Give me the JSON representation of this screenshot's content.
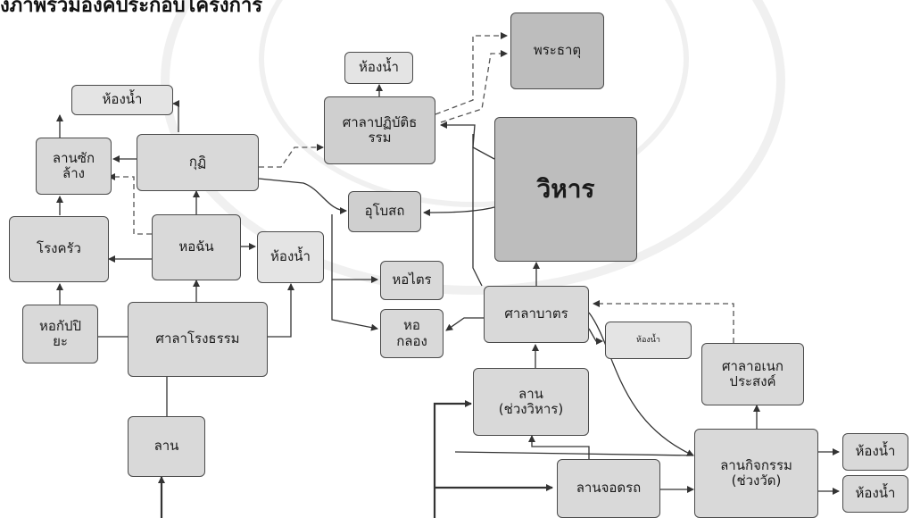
{
  "title": "งภาพรวมองค์ประกอบโครงการ",
  "nodes": {
    "washroom_top": "ห้องน้ำ",
    "laundry": "ลานซัก\nล้าง",
    "kitchen": "โรงครัว",
    "hokappiya": "หอกัปปิ\nยะ",
    "kuti": "กุฏิ",
    "dining": "หอฉัน",
    "washroom_mid": "ห้องน้ำ",
    "sermon_hall": "ศาลาโรงธรรม",
    "lan": "ลาน",
    "washroom_practice": "ห้องน้ำ",
    "practice_hall": "ศาลาปฏิบัติธ\nรรม",
    "relic": "พระธาตุ",
    "ubosot": "อุโบสถ",
    "wihan": "วิหาร",
    "library": "หอไตร",
    "drum_tower": "หอ\nกลอง",
    "alms_hall": "ศาลาบาตร",
    "washroom_small": "ห้องน้ำ",
    "multi_hall": "ศาลาอเนก\nประสงค์",
    "lan_wihan": "ลาน\n(ช่วงวิหาร)",
    "parking": "ลานจอดรถ",
    "activity": "ลานกิจกรรม\n(ช่วงวัด)",
    "washroom_r1": "ห้องน้ำ",
    "washroom_r2": "ห้องน้ำ"
  }
}
